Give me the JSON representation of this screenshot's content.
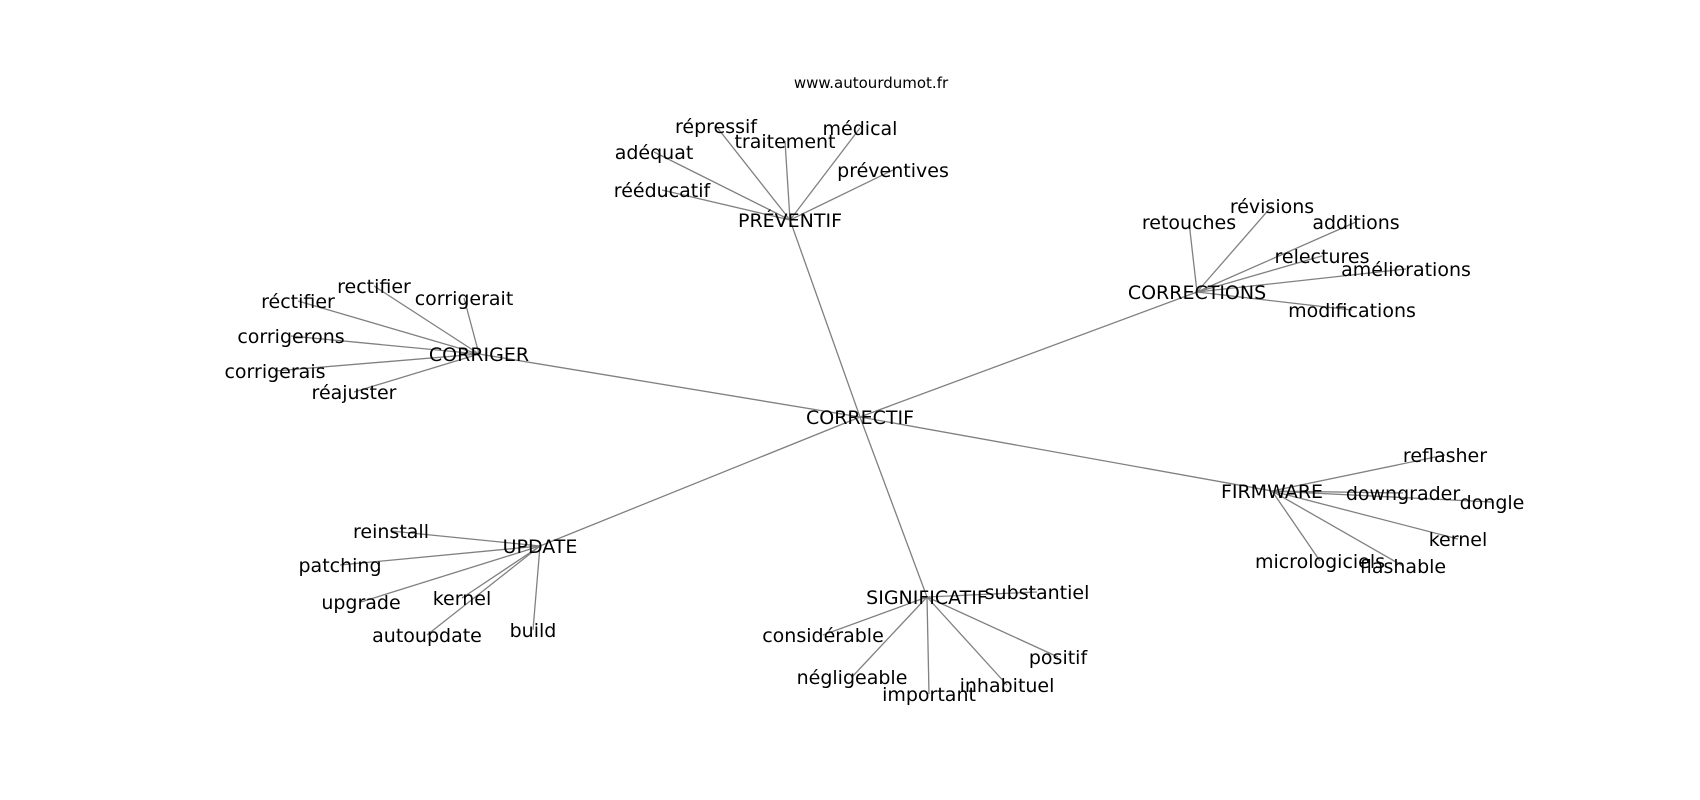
{
  "watermark": "www.autourdumot.fr",
  "center": "CORRECTIF",
  "clusters": [
    {
      "hub": "PRÉVENTIF",
      "words": [
        "répressif",
        "traitement",
        "médical",
        "adéquat",
        "préventives",
        "rééducatif"
      ]
    },
    {
      "hub": "CORRECTIONS",
      "words": [
        "révisions",
        "retouches",
        "additions",
        "relectures",
        "améliorations",
        "modifications"
      ]
    },
    {
      "hub": "CORRIGER",
      "words": [
        "rectifier",
        "réctifier",
        "corrigerait",
        "corrigerons",
        "corrigerais",
        "réajuster"
      ]
    },
    {
      "hub": "FIRMWARE",
      "words": [
        "reflasher",
        "downgrader",
        "dongle",
        "kernel",
        "micrologiciels",
        "flashable"
      ]
    },
    {
      "hub": "UPDATE",
      "words": [
        "reinstall",
        "patching",
        "upgrade",
        "kernel",
        "autoupdate",
        "build"
      ]
    },
    {
      "hub": "SIGNIFICATIF",
      "words": [
        "substantiel",
        "considérable",
        "positif",
        "négligeable",
        "inhabituel",
        "important"
      ]
    }
  ]
}
